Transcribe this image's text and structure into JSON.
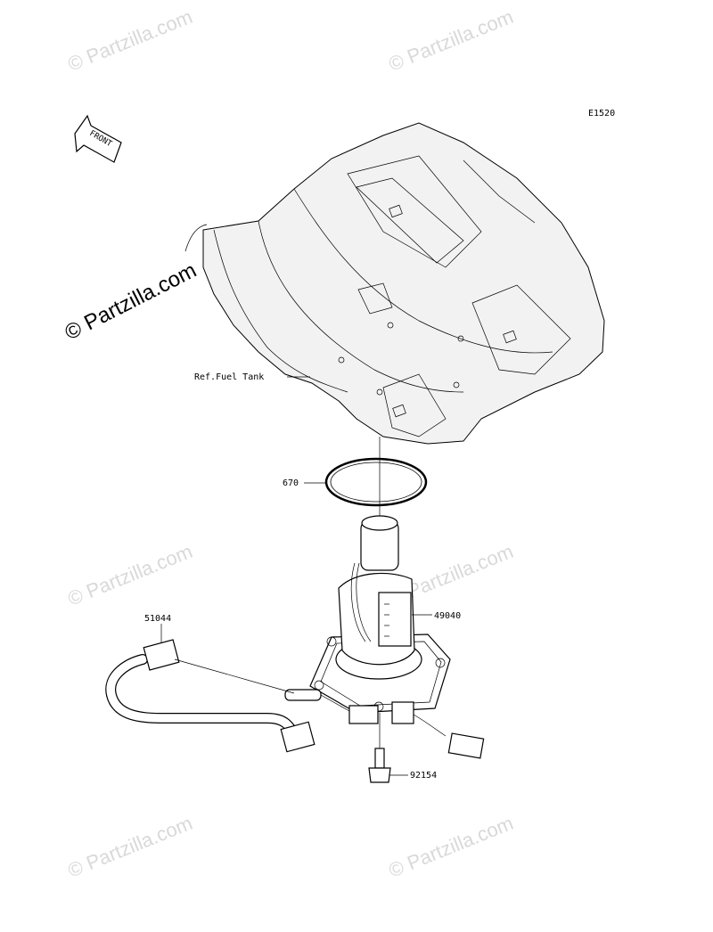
{
  "diagram_code": "E1520",
  "front_label": "FRONT",
  "watermark_big": "© Partzilla.com",
  "watermark_small": "© Partzilla.com",
  "parts": [
    {
      "number": "Ref.Fuel Tank",
      "name": "fuel tank"
    },
    {
      "number": "670",
      "name": "o-ring"
    },
    {
      "number": "49040",
      "name": "fuel pump"
    },
    {
      "number": "51044",
      "name": "fuel hose"
    },
    {
      "number": "92154",
      "name": "bolt"
    }
  ],
  "colors": {
    "line": "#000000",
    "watermark": "#d9d9d9",
    "background": "#ffffff"
  }
}
